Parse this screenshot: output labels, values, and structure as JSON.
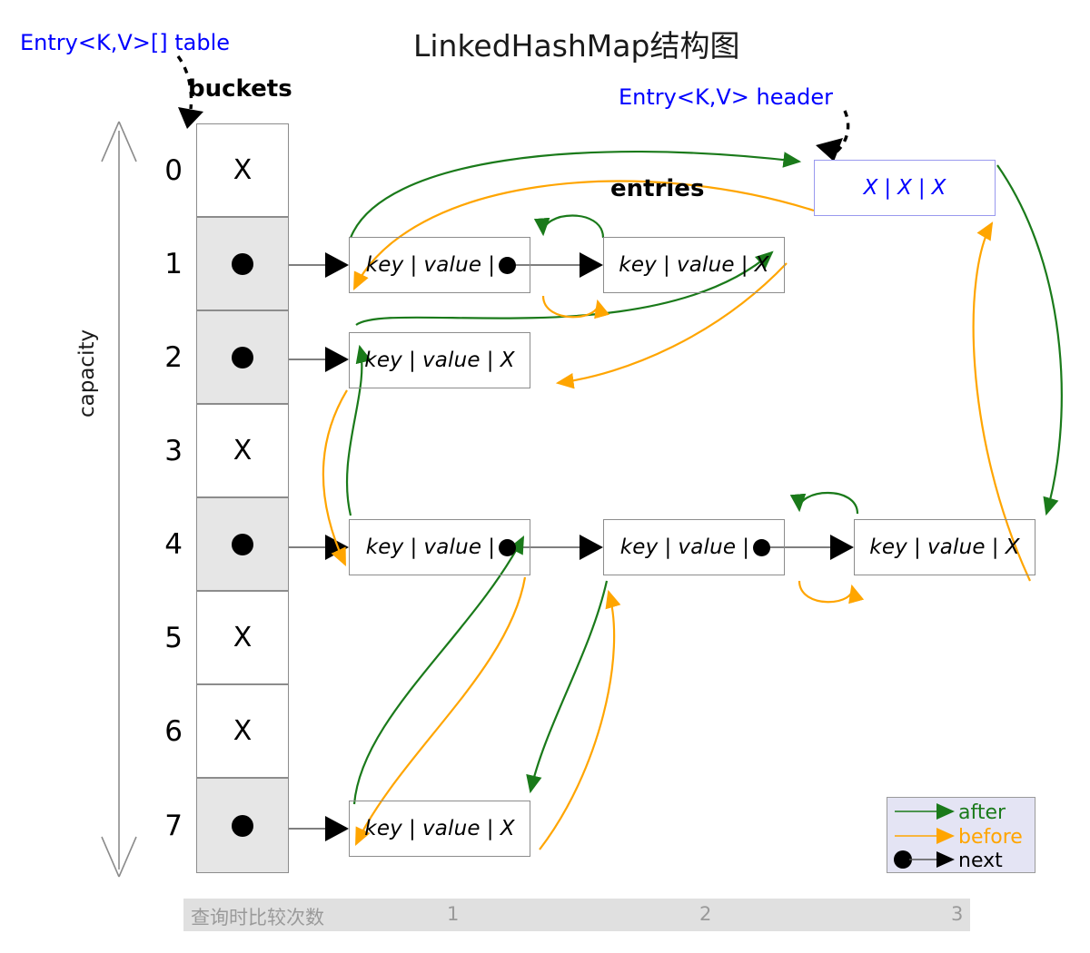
{
  "title": "LinkedHashMap结构图",
  "colors": {
    "after": "#1a7a1a",
    "before": "#ffa500",
    "next": "#000000",
    "label_blue": "#0000ff",
    "cell_filled": "#e6e6e6",
    "legend_bg": "#e4e4f4",
    "footer_bg": "#e0e0e0",
    "header_border": "#9999ee"
  },
  "annotations": {
    "table_label": "Entry<K,V>[] table",
    "header_label": "Entry<K,V> header",
    "buckets_label": "buckets",
    "entries_label": "entries",
    "capacity_label": "capacity"
  },
  "header_entry": {
    "fields": [
      "X",
      "X",
      "X"
    ],
    "separator": "|"
  },
  "bucket_table": {
    "index_labels": [
      "0",
      "1",
      "2",
      "3",
      "4",
      "5",
      "6",
      "7"
    ],
    "empty_mark": "X",
    "cells": [
      {
        "index": "0",
        "state": "empty",
        "mark": "X",
        "entry_count": 0
      },
      {
        "index": "1",
        "state": "filled",
        "mark": "",
        "entry_count": 2
      },
      {
        "index": "2",
        "state": "filled",
        "mark": "",
        "entry_count": 1
      },
      {
        "index": "3",
        "state": "empty",
        "mark": "X",
        "entry_count": 0
      },
      {
        "index": "4",
        "state": "filled",
        "mark": "",
        "entry_count": 3
      },
      {
        "index": "5",
        "state": "empty",
        "mark": "X",
        "entry_count": 0
      },
      {
        "index": "6",
        "state": "empty",
        "mark": "X",
        "entry_count": 0
      },
      {
        "index": "7",
        "state": "filled",
        "mark": "",
        "entry_count": 1
      }
    ]
  },
  "entry_rows": [
    {
      "bucket": "1",
      "entries": [
        {
          "key": "key",
          "value": "value",
          "next": "dot"
        },
        {
          "key": "key",
          "value": "value",
          "next": "X"
        }
      ]
    },
    {
      "bucket": "2",
      "entries": [
        {
          "key": "key",
          "value": "value",
          "next": "X"
        }
      ]
    },
    {
      "bucket": "4",
      "entries": [
        {
          "key": "key",
          "value": "value",
          "next": "dot"
        },
        {
          "key": "key",
          "value": "value",
          "next": "dot"
        },
        {
          "key": "key",
          "value": "value",
          "next": "X"
        }
      ]
    },
    {
      "bucket": "7",
      "entries": [
        {
          "key": "key",
          "value": "value",
          "next": "X"
        }
      ]
    }
  ],
  "entry_field_labels": {
    "key": "key",
    "value": "value",
    "null_mark": "X",
    "separator": "|"
  },
  "legend": {
    "items": [
      {
        "label": "after",
        "color": "#1a7a1a",
        "style": "arrow"
      },
      {
        "label": "before",
        "color": "#ffa500",
        "style": "arrow"
      },
      {
        "label": "next",
        "color": "#000000",
        "style": "dot-arrow"
      }
    ]
  },
  "footer": {
    "label": "查询时比较次数",
    "counts": [
      "1",
      "2",
      "3"
    ]
  }
}
